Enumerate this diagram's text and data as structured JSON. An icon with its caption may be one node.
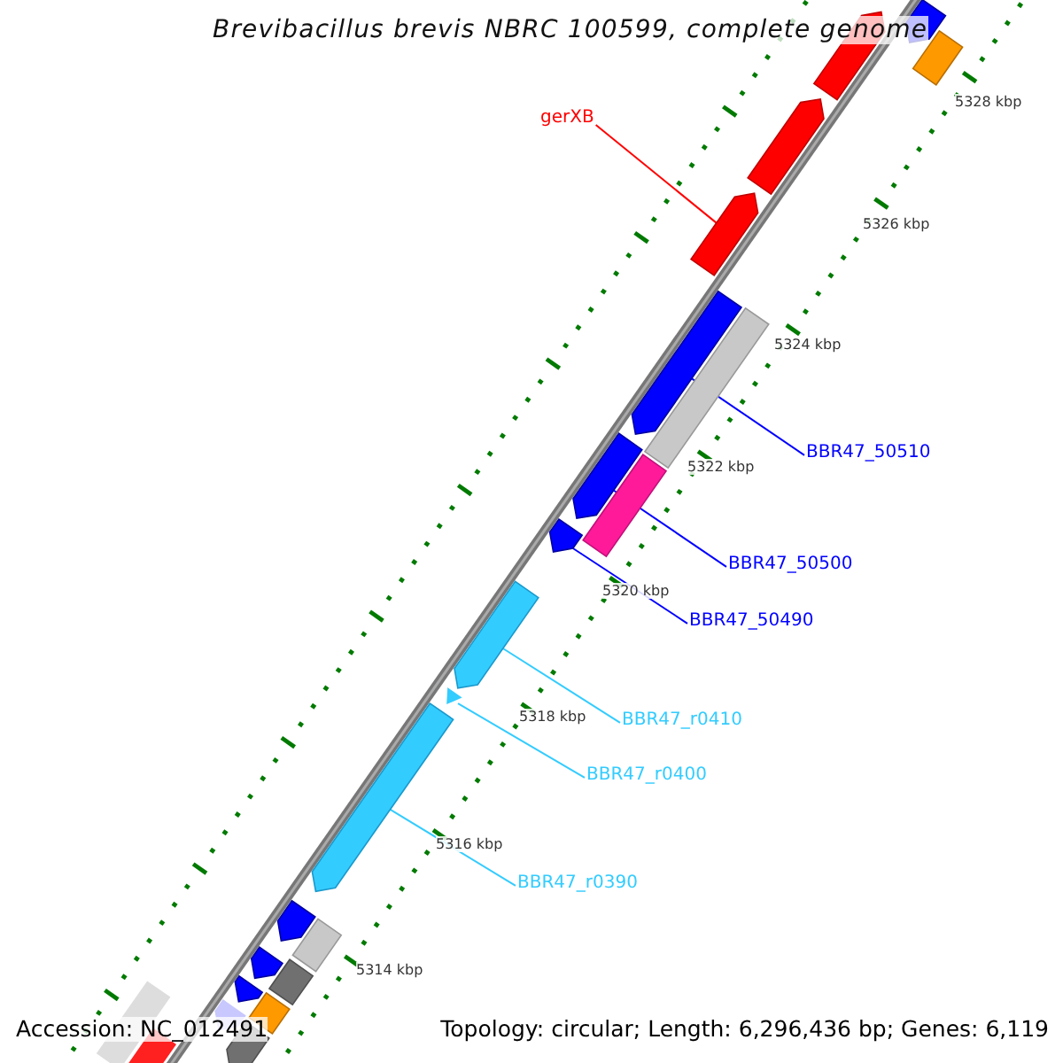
{
  "diagram": {
    "title": "Brevibacillus brevis NBRC 100599, complete genome",
    "nodes": [
      {
        "text": [
          "gerXB"
        ]
      },
      {
        "text": [],
        "shape": "arrow"
      },
      {
        "text": [
          "BBR47_50510"
        ]
      },
      {
        "text": [],
        "shape": "arrow"
      },
      {
        "text": [
          "BBR47_50500"
        ]
      },
      {
        "text": [],
        "shape": "arrow"
      },
      {
        "text": [
          "BBR47_50490"
        ]
      },
      {
        "text": [],
        "shape": "arrow"
      },
      {
        "text": [
          "BBR47_r0410"
        ]
      },
      {
        "text": [],
        "shape": "arrow"
      },
      {
        "text": [
          "BBR47_r0400"
        ]
      },
      {
        "text": [],
        "shape": "triangle"
      },
      {
        "text": [
          "BBR47_r0390"
        ]
      },
      {
        "text": [],
        "shape": "arrow"
      },
      {
        "text": [],
        "shape": "arrow"
      },
      {
        "text": [],
        "shape": "bar"
      },
      {
        "text": [],
        "shape": "arrow"
      },
      {
        "text": [],
        "shape": "arrow"
      },
      {
        "text": [],
        "shape": "bar"
      },
      {
        "text": [],
        "shape": "bar"
      },
      {
        "text": [],
        "shape": "arrow"
      },
      {
        "text": [],
        "shape": "bar"
      },
      {
        "text": [],
        "shape": "arrow"
      },
      {
        "text": [],
        "shape": "bar"
      },
      {
        "text": [],
        "shape": "arrow"
      },
      {
        "text": [],
        "shape": "bar"
      },
      {
        "text": [],
        "shape": "arrow"
      },
      {
        "text": [],
        "shape": "arrow"
      },
      {
        "text": [],
        "shape": "bar"
      },
      {
        "text": [],
        "shape": "bar"
      }
    ],
    "edges": [
      {
        "from": 0,
        "to": 1,
        "arrow": "none",
        "color": "#ff0000"
      },
      {
        "from": 2,
        "to": 3,
        "arrow": "none",
        "color": "#0000ff"
      },
      {
        "from": 4,
        "to": 5,
        "arrow": "none",
        "color": "#0000ff"
      },
      {
        "from": 6,
        "to": 7,
        "arrow": "none",
        "color": "#0000ff"
      },
      {
        "from": 8,
        "to": 9,
        "arrow": "none",
        "color": "#33ccff"
      },
      {
        "from": 10,
        "to": 11,
        "arrow": "none",
        "color": "#33ccff"
      },
      {
        "from": 12,
        "to": 13,
        "arrow": "none",
        "color": "#33ccff"
      }
    ],
    "labels": [
      "5328 kbp",
      "5326 kbp",
      "5324 kbp",
      "5322 kbp",
      "5320 kbp",
      "5318 kbp",
      "5316 kbp",
      "5314 kbp",
      "Accession: NC_012491",
      "Topology: circular; Length: 6,296,436 bp; Genes: 6,119"
    ]
  }
}
